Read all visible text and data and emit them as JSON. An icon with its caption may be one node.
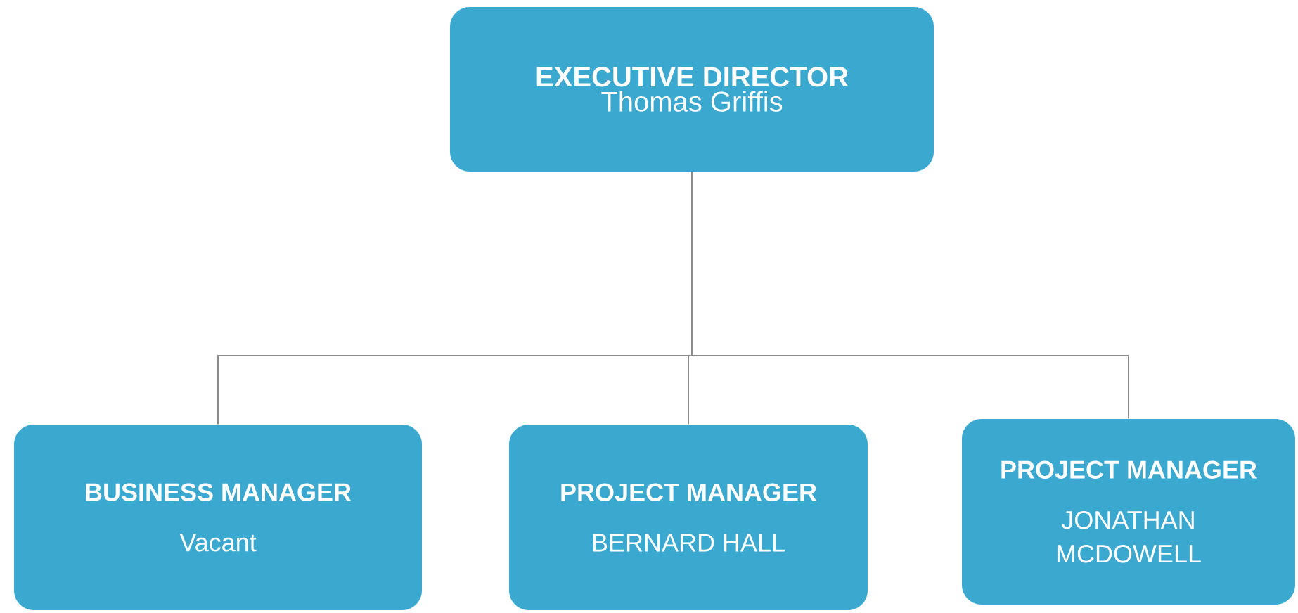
{
  "diagram": {
    "nodes": [
      {
        "text": [
          "EXECUTIVE DIRECTOR",
          "Thomas Griffis"
        ]
      },
      {
        "text": [
          "BUSINESS MANAGER",
          "Vacant"
        ]
      },
      {
        "text": [
          "PROJECT MANAGER",
          "BERNARD HALL"
        ]
      },
      {
        "text": [
          "PROJECT MANAGER",
          "JONATHAN MCDOWELL"
        ]
      }
    ],
    "edges": [
      {
        "from": 0,
        "to": 1,
        "arrow": "none"
      },
      {
        "from": 0,
        "to": 2,
        "arrow": "none"
      },
      {
        "from": 0,
        "to": 3,
        "arrow": "none"
      }
    ]
  }
}
